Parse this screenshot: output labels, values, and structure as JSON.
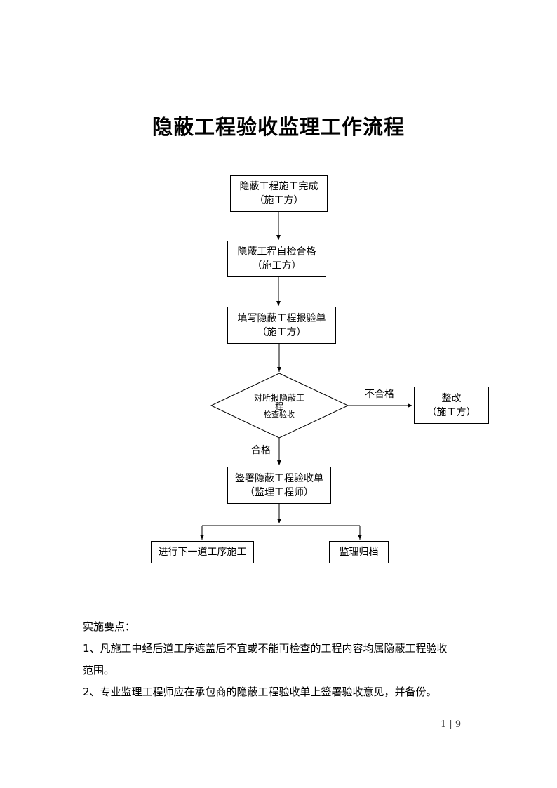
{
  "page_title": "隐蔽工程验收监理工作流程",
  "flow": {
    "step1": {
      "title": "隐蔽工程施工完成",
      "sub": "（施工方）"
    },
    "step2": {
      "title": "隐蔽工程自检合格",
      "sub": "（施工方）"
    },
    "step3": {
      "title": "填写隐蔽工程报验单",
      "sub": "（施工方）"
    },
    "decision": {
      "line1": "对所报隐蔽工",
      "line2": "程",
      "line3": "检查验收"
    },
    "fail_label": "不合格",
    "rectify": {
      "title": "整改",
      "sub": "（施工方）"
    },
    "pass_label": "合格",
    "step4": {
      "title": "签署隐蔽工程验收单",
      "sub": "（监理工程师）"
    },
    "next_process": "进行下一道工序施工",
    "archive": "监理归档"
  },
  "notes": {
    "heading": "实施要点：",
    "item1_a": "1、凡施工中经后道工序遮盖后不宜或不能再检查的工程内容均属隐蔽工程验收",
    "item1_b": "范围。",
    "item2": "2、专业监理工程师应在承包商的隐蔽工程验收单上签署验收意见，并备份。"
  },
  "footer": {
    "page": "1 | 9"
  }
}
